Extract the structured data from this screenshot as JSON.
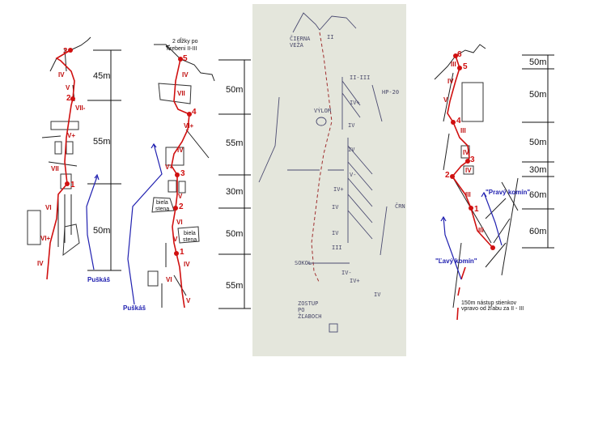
{
  "topo_left": {
    "belays": [
      "3",
      "2",
      "1"
    ],
    "pitch_lengths": [
      "45m",
      "55m",
      "50m"
    ],
    "grades": [
      "IV",
      "V",
      "VII-",
      "V+",
      "VII",
      "VI",
      "VI+",
      "IV"
    ],
    "variant_label": "Puškáš"
  },
  "topo_middle": {
    "belays": [
      "5",
      "4",
      "3",
      "2",
      "1"
    ],
    "pitch_lengths": [
      "50m",
      "55m",
      "30m",
      "50m",
      "55m"
    ],
    "grades": [
      "IV",
      "VII",
      "VI+",
      "IV",
      "V+",
      "V",
      "VI",
      "V",
      "IV",
      "VI",
      "V"
    ],
    "top_note_line1": "2 dĺžky po",
    "top_note_line2": "hrebeni II-III",
    "white_wall_1": [
      "biela",
      "stena"
    ],
    "white_wall_2": [
      "biela",
      "stena"
    ],
    "variant_label": "Puškáš"
  },
  "sketch": {
    "tower_name_line1": "ČIERNA",
    "tower_name_line2": "VEŽA",
    "route_code": "HP-20",
    "feature_label": "VÝLOM",
    "bottom_label": "SOKOL",
    "descent_line1": "ZOSTUP",
    "descent_line2": "PO",
    "descent_line3": "ŽĽABOCH",
    "side_label": "ČRN",
    "grades": [
      "II",
      "II-III",
      "IV+",
      "IV",
      "IV",
      "V-",
      "IV+",
      "IV",
      "IV",
      "III",
      "IV-",
      "IV+",
      "IV"
    ]
  },
  "topo_right": {
    "belays": [
      "6",
      "5",
      "4",
      "3",
      "2",
      "1"
    ],
    "pitch_lengths": [
      "50m",
      "50m",
      "50m",
      "30m",
      "60m",
      "60m"
    ],
    "grades": [
      "III",
      "IV",
      "V",
      "III",
      "IV",
      "IV",
      "III",
      "III"
    ],
    "right_chimney": "\"Pravý komín\"",
    "left_chimney": "\"Ľavý komín\"",
    "approach_line1": "150m nástup stienkov",
    "approach_line2": "vpravo od žľabu za II - III"
  },
  "colors": {
    "route": "#d01010",
    "variant": "#2020b0",
    "paper": "#e4e6dc"
  }
}
